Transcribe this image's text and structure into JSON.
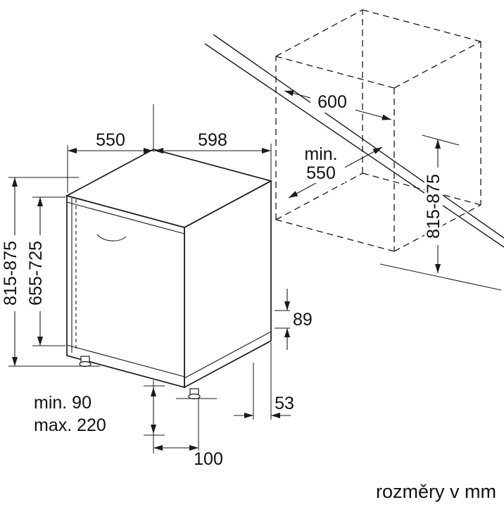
{
  "caption": "rozměry v mm",
  "dims": {
    "appliance_depth": "550",
    "appliance_width": "598",
    "worktop_width": "600",
    "niche_min_prefix": "min.",
    "niche_min_value": "550",
    "niche_height": "815-875",
    "appliance_height": "815-875",
    "door_height": "655-725",
    "rear_base_height": "89",
    "rear_base_gap": "53",
    "plinth_depth": "100",
    "plinth_min": "min. 90",
    "plinth_max": "max. 220"
  }
}
